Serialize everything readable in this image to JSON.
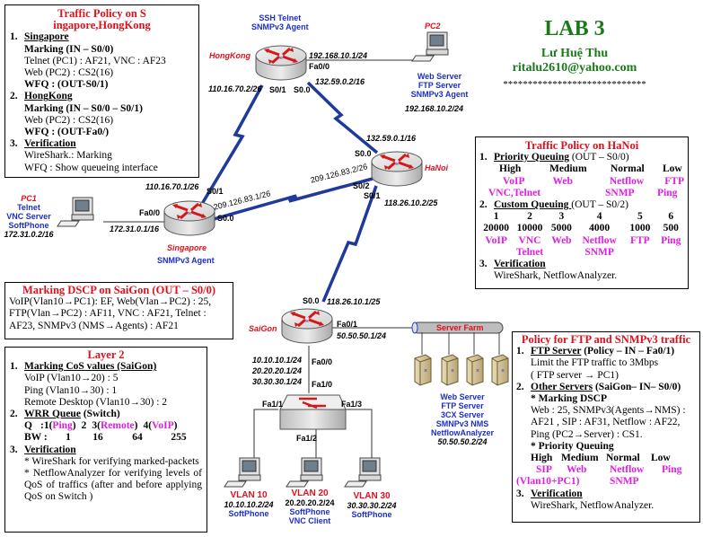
{
  "header": {
    "title": "LAB 3",
    "author": "Lư Huệ Thu",
    "email": "ritalu2610@yahoo.com",
    "stars": "*****************************"
  },
  "box_sg_hk": {
    "title": "Traffic Policy on S ingapore,HongKong",
    "items": [
      {
        "num": "1.",
        "heading": "Singapore",
        "lines": [
          {
            "text": "Marking (IN – S0/0)",
            "bold": true
          },
          {
            "text": "Telnet (PC1) : AF21, VNC : AF23",
            "bold": false
          },
          {
            "text": "Web (PC2) : CS2(16)",
            "bold": false
          },
          {
            "text": "WFQ : (OUT-S0/1)",
            "bold": true
          }
        ]
      },
      {
        "num": "2.",
        "heading": "HongKong",
        "lines": [
          {
            "text": "Marking (IN – S0/0 – S0/1)",
            "bold": true
          },
          {
            "text": "Web (PC2) : CS2(16)",
            "bold": false
          },
          {
            "text": "WFQ : (OUT-Fa0/)",
            "bold": true
          }
        ]
      },
      {
        "num": "3.",
        "heading": "Verification",
        "lines": [
          {
            "text": "WireShark.: Marking",
            "bold": false
          },
          {
            "text": "WFQ : Show queueing interface",
            "bold": false
          }
        ]
      }
    ]
  },
  "box_hanoi": {
    "title": "Traffic Policy on HaNoi",
    "pq_num": "1.",
    "pq_heading": "Priority Queuing",
    "pq_iface": " (OUT – S0/0)",
    "pq_levels": [
      "High",
      "Medium",
      "Normal",
      "Low"
    ],
    "pq_row1": [
      "VoIP",
      "Web",
      "Netflow",
      "FTP"
    ],
    "pq_row2": [
      "VNC,Telnet",
      "",
      "SNMP",
      "Ping"
    ],
    "cq_num": "2.",
    "cq_heading": "Custom Queuing ",
    "cq_iface": "(OUT – S0/2)",
    "cq_queues": [
      "1",
      "2",
      "3",
      "4",
      "5",
      "6"
    ],
    "cq_bytes": [
      "20000",
      "10000",
      "5000",
      "4000",
      "1000",
      "500"
    ],
    "cq_row1": [
      "VoIP",
      "VNC",
      "Web",
      "Netflow",
      "FTP",
      "Ping"
    ],
    "cq_row2": [
      "",
      "Telnet",
      "",
      "SNMP",
      "",
      ""
    ],
    "ver_num": "3.",
    "ver_heading": "Verification",
    "ver_text": "WireShark, NetflowAnalyzer."
  },
  "box_dscp": {
    "title": "Marking DSCP on SaiGon (OUT – S0/0)",
    "lines": [
      "VoIP(Vlan10→PC1): EF, Web(Vlan→PC2) : 25,",
      "FTP(Vlan→PC2) : AF11, VNC : AF21, Telnet :",
      "AF23, SNMPv3 (NMS→Agents) : AF21"
    ]
  },
  "box_layer2": {
    "title": "Layer 2",
    "cos_num": "1.",
    "cos_heading": "Marking CoS values (SaiGon)",
    "cos_lines": [
      "VoIP (Vlan10→20) : 5",
      "Ping (Vlan10→30) : 1",
      "Remote Desktop (Vlan10→30) : 2"
    ],
    "wrr_num": "2.",
    "wrr_heading": "WRR Queue",
    "wrr_suffix": " (Switch)",
    "q_label": "Q",
    "q_items": [
      {
        "n": ":1(",
        "name": "Ping",
        "end": ")"
      },
      {
        "n": "2",
        "name": "",
        "end": ""
      },
      {
        "n": "3(",
        "name": "Remote",
        "end": ")"
      },
      {
        "n": "4(",
        "name": "VoIP",
        "end": ")"
      }
    ],
    "bw_label": "BW :",
    "bw_values": [
      "1",
      "16",
      "64",
      "255"
    ],
    "ver_num": "3.",
    "ver_heading": "Verification",
    "ver_lines": [
      "* WireShark for verifying marked-packets",
      "* NetflowAnalyzer for verifying levels of QoS of traffics (after and before applying QoS on Switch )"
    ]
  },
  "box_ftp": {
    "title": "Policy for FTP and SNMPv3 traffic",
    "ftp_num": "1.",
    "ftp_heading": "FTP Server",
    "ftp_iface": " (Policy – IN – Fa0/1)",
    "ftp_lines": [
      "Limit the FTP traffic to 3Mbps",
      "( FTP server → PC1)"
    ],
    "other_num": "2.",
    "other_heading": "Other Servers",
    "other_iface": " (SaiGon– IN– S0/0)",
    "marking_heading": "* Marking DSCP",
    "marking_lines": [
      "Web : 25, SNMPv3(Agents→NMS) :",
      "AF21 , SIP : AF31, Netflow : AF22,",
      "Ping (PC2→Server) : CS1."
    ],
    "pq_heading": "* Priority Queuing",
    "pq_levels": [
      "High",
      "Medium",
      "Normal",
      "Low"
    ],
    "pq_row1": [
      "SIP",
      "Web",
      "Netflow",
      "Ping"
    ],
    "pq_row2": [
      "(Vlan10+PC1)",
      "SNMP"
    ],
    "ver_num": "3.",
    "ver_heading": "Verification",
    "ver_text": "WireShark, NetflowAnalyzer."
  },
  "network": {
    "hongkong": {
      "name": "HongKong",
      "role": "SSH Telnet",
      "role2": "SNMPv3 Agent",
      "fa00_ip": "192.168.10.1/24",
      "fa00": "Fa0/0",
      "s01_ip": "110.16.70.2/26",
      "s01": "S0/1",
      "s00": "S0.0",
      "s00_ip": "132.59.0.2/16"
    },
    "pc2": {
      "name": "PC2",
      "roles": [
        "Web Server",
        "FTP Server",
        "SNMPv3 Agent"
      ],
      "ip": "192.168.10.2/24"
    },
    "hanoi": {
      "name": "HaNoi",
      "s00_ip": "132.59.0.1/16",
      "s00": "S0.0",
      "s02_ip": "209.126.83.2/26",
      "s02": "S0/2",
      "s01": "S0/1",
      "s01_ip": "118.26.10.2/25"
    },
    "singapore": {
      "name": "Singapore",
      "role": "SNMPv3 Agent",
      "s01_ip": "110.16.70.1/26",
      "s01": "S0/1",
      "s00_ip": "209.126.83.1/26",
      "s00": "S0.0",
      "fa00": "Fa0/0",
      "fa00_ip": "172.31.0.1/16"
    },
    "pc1": {
      "name": "PC1",
      "roles": [
        "Telnet",
        "VNC Server",
        "SoftPhone"
      ],
      "ip": "172.31.0.2/16"
    },
    "saigon": {
      "name": "SaiGon",
      "s00": "S0.0",
      "s00_ip": "118.26.10.1/25",
      "fa01": "Fa0/1",
      "fa01_ip": "50.50.50.1/24",
      "fa00": "Fa0/0",
      "sub_ips": [
        "10.10.10.1/24",
        "20.20.20.1/24",
        "30.30.30.1/24"
      ]
    },
    "switch": {
      "fa10": "Fa1/0",
      "fa11": "Fa1/1",
      "fa12": "Fa1/2",
      "fa13": "Fa1/3"
    },
    "server_farm": {
      "label": "Server Farm",
      "roles": [
        "Web Server",
        "FTP Server",
        "3CX Server",
        "SMNPv3 NMS",
        "NetflowAnalyzer"
      ],
      "ip": "50.50.50.2/24"
    },
    "vlans": [
      {
        "name": "VLAN 10",
        "ip": "10.10.10.2/24",
        "roles": [
          "SoftPhone"
        ]
      },
      {
        "name": "VLAN 20",
        "ip": "20.20.20.2/24",
        "roles": [
          "SoftPhone",
          "VNC Client"
        ]
      },
      {
        "name": "VLAN 30",
        "ip": "30.30.30.2/24",
        "roles": [
          "SoftPhone"
        ]
      }
    ]
  }
}
